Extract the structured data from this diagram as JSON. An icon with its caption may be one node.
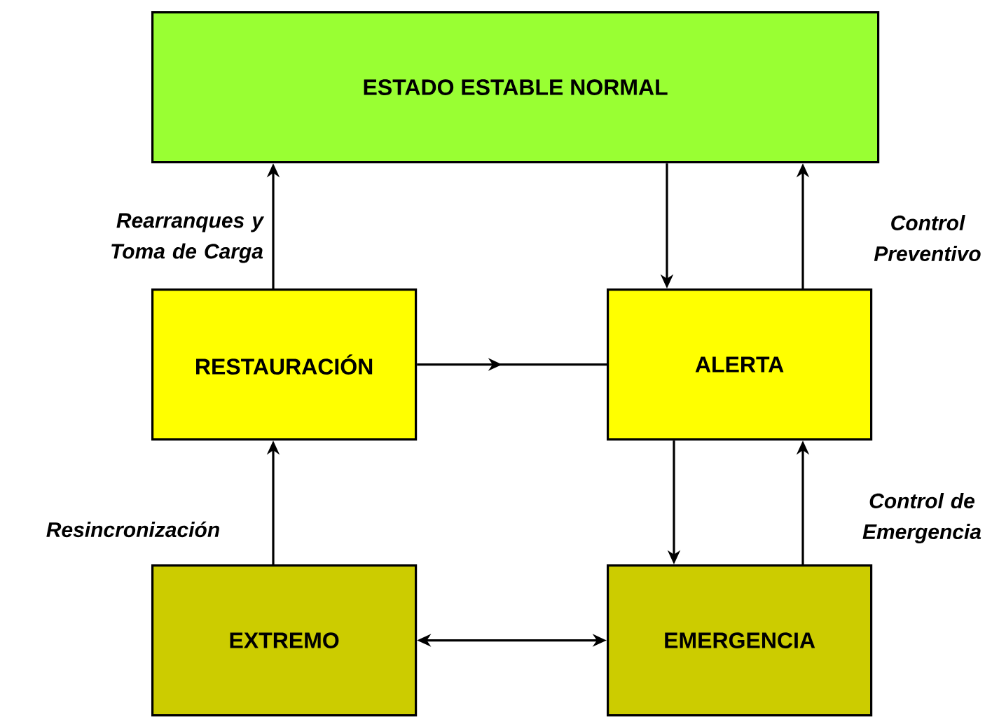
{
  "diagram": {
    "nodes": [
      {
        "text": [
          "ESTADO ESTABLE NORMAL"
        ]
      },
      {
        "text": [
          "RESTAURACIÓN"
        ]
      },
      {
        "text": [
          "ALERTA"
        ]
      },
      {
        "text": [
          "EXTREMO"
        ]
      },
      {
        "text": [
          "EMERGENCIA"
        ]
      }
    ],
    "edges": [
      {
        "from": 1,
        "to": 0,
        "arrow": "to",
        "label": "Rearranques y Toma de Carga"
      },
      {
        "from": 0,
        "to": 2,
        "arrow": "to"
      },
      {
        "from": 2,
        "to": 0,
        "arrow": "to",
        "label": "Control Preventivo"
      },
      {
        "from": 1,
        "to": 2,
        "arrow": "to"
      },
      {
        "from": 3,
        "to": 1,
        "arrow": "to",
        "label": "Resincronización"
      },
      {
        "from": 2,
        "to": 4,
        "arrow": "to"
      },
      {
        "from": 4,
        "to": 2,
        "arrow": "to",
        "label": "Control de Emergencia"
      },
      {
        "from": 3,
        "to": 4,
        "arrow": "both"
      }
    ]
  }
}
